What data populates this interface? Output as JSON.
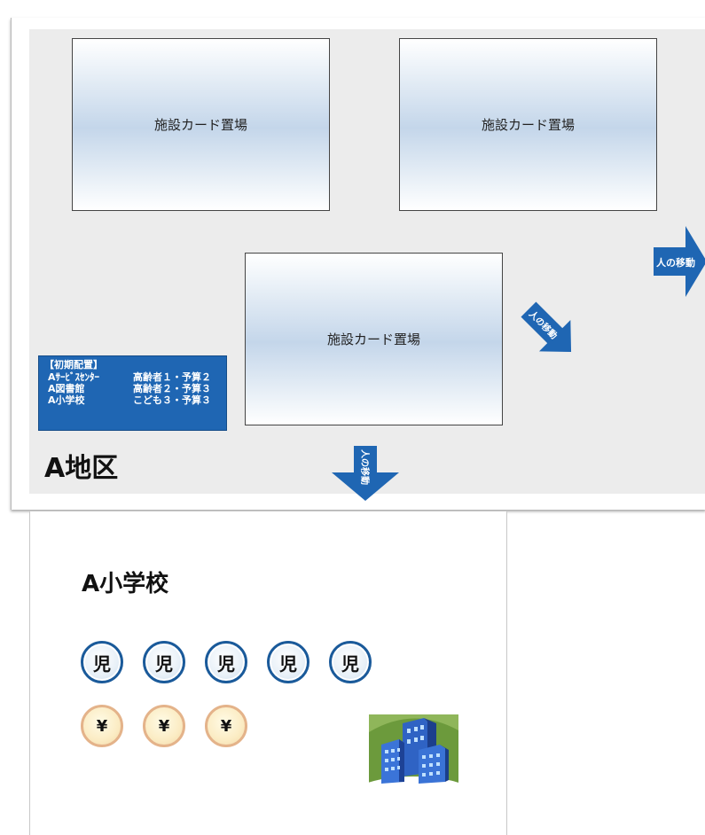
{
  "header_fragment": "",
  "cards": [
    {
      "label": "施設カード置場"
    },
    {
      "label": "施設カード置場"
    },
    {
      "label": "施設カード置場"
    }
  ],
  "arrows": {
    "right": "人の移動",
    "diagonal": "人の移動",
    "down": "人の移動"
  },
  "initial_placement": {
    "title": "【初期配置】",
    "rows": [
      {
        "facility": "Aｻｰﾋﾞｽｾﾝﾀｰ",
        "detail": "高齢者１・予算２"
      },
      {
        "facility": "A図書館",
        "detail": "高齢者２・予算３"
      },
      {
        "facility": "A小学校",
        "detail": "こども３・予算３"
      }
    ]
  },
  "district": {
    "name": "A地区"
  },
  "school": {
    "title": "A小学校",
    "child_tokens": [
      "児",
      "児",
      "児",
      "児",
      "児"
    ],
    "yen_tokens": [
      "¥",
      "¥",
      "¥"
    ]
  },
  "colors": {
    "arrow_blue": "#1f66b3",
    "info_bg": "#1f66b3",
    "child_ring": "#1a5a9a",
    "yen_ring": "#e4b38a",
    "area_bg": "#ececec"
  },
  "icons": {
    "building": "building-icon"
  }
}
